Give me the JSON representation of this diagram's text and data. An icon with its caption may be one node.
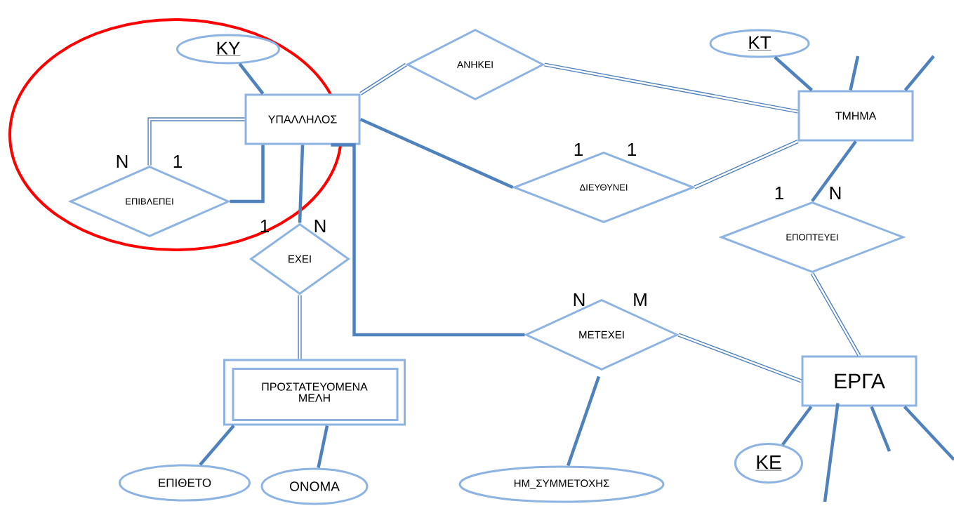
{
  "diagram": {
    "nodes": [
      {
        "text": [
          "ΚΥ"
        ]
      },
      {
        "text": [
          "ΥΠΑΛΛΗΛΟΣ"
        ]
      },
      {
        "text": [
          "ΑΝΗΚΕΙ"
        ]
      },
      {
        "text": [
          "ΚΤ"
        ]
      },
      {
        "text": [
          "ΤΜΗΜΑ"
        ]
      },
      {
        "text": [
          "ΕΠΙΒΛΕΠΕΙ"
        ]
      },
      {
        "text": [
          "ΔΙΕΥΘΥΝΕΙ"
        ]
      },
      {
        "text": [
          "ΕΠΟΠΤΕΥΕΙ"
        ]
      },
      {
        "text": [
          "ΕΧΕΙ"
        ]
      },
      {
        "text": [
          "ΜΕΤΕΧΕΙ"
        ]
      },
      {
        "text": [
          "ΠΡΟΣΤΑΤΕΥΟΜΕΝΑ ΜΕΛΗ"
        ]
      },
      {
        "text": [
          "ΕΡΓΑ"
        ]
      },
      {
        "text": [
          "ΕΠΙΘΕΤΟ"
        ]
      },
      {
        "text": [
          "ΟΝΟΜΑ"
        ]
      },
      {
        "text": [
          "ΗΜ_ΣΥΜΜΕΤΟΧΗΣ"
        ]
      },
      {
        "text": [
          "ΚΕ"
        ]
      }
    ],
    "edges": [
      {
        "from": 0,
        "to": 1,
        "arrow": "none"
      },
      {
        "from": 5,
        "to": 1,
        "arrow": "none"
      },
      {
        "from": 5,
        "to": 1,
        "arrow": "none"
      },
      {
        "from": 1,
        "to": 2,
        "arrow": "none"
      },
      {
        "from": 2,
        "to": 4,
        "arrow": "none"
      },
      {
        "from": 1,
        "to": 6,
        "arrow": "none"
      },
      {
        "from": 6,
        "to": 4,
        "arrow": "none"
      },
      {
        "from": 4,
        "to": 7,
        "arrow": "none"
      },
      {
        "from": 3,
        "to": 4,
        "arrow": "none"
      },
      {
        "from": 4,
        "to": null,
        "arrow": "none"
      },
      {
        "from": 4,
        "to": null,
        "arrow": "none"
      },
      {
        "from": 1,
        "to": 8,
        "arrow": "none"
      },
      {
        "from": 1,
        "to": 9,
        "arrow": "none"
      },
      {
        "from": 8,
        "to": 10,
        "arrow": "none"
      },
      {
        "from": 9,
        "to": 11,
        "arrow": "none"
      },
      {
        "from": 7,
        "to": 11,
        "arrow": "none"
      },
      {
        "from": 10,
        "to": 12,
        "arrow": "none"
      },
      {
        "from": 10,
        "to": 13,
        "arrow": "none"
      },
      {
        "from": 9,
        "to": 14,
        "arrow": "none"
      },
      {
        "from": 11,
        "to": 15,
        "arrow": "none"
      },
      {
        "from": 11,
        "to": null,
        "arrow": "none"
      },
      {
        "from": 11,
        "to": null,
        "arrow": "none"
      },
      {
        "from": 11,
        "to": null,
        "arrow": "none"
      }
    ],
    "labels": [
      "1",
      "1",
      "N",
      "1",
      "1",
      "N",
      "1",
      "N",
      "N",
      "M"
    ]
  }
}
